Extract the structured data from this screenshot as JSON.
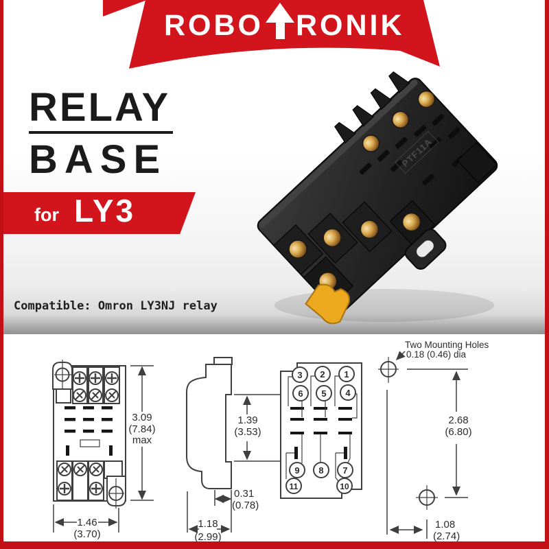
{
  "brand": {
    "logo_left": "ROBO",
    "logo_right": "RONIK",
    "logo_arrow_icon": "up-arrow"
  },
  "colors": {
    "brand_red": "#d2151c",
    "frame_red": "#c31017",
    "title_dark": "#1b1b1b"
  },
  "hero": {
    "title_line1": "RELAY",
    "title_line2": "BASE",
    "badge_prefix": "for",
    "badge_model": "LY3",
    "compatibility_note": "Compatible: Omron LY3NJ relay",
    "product_molded_label": "PTF11A"
  },
  "diagrams": {
    "front_view": {
      "height_in": "3.09",
      "height_cm": "(7.84)",
      "height_qualifier": "max",
      "width_in": "1.46",
      "width_cm": "(3.70)"
    },
    "side_view": {
      "body_height_in": "1.39",
      "body_height_cm": "(3.53)",
      "rail_depth_in": "0.31",
      "rail_depth_cm": "(0.78)",
      "depth_in": "1.18",
      "depth_cm": "(2.99)"
    },
    "terminal_view": {
      "pins": [
        "3",
        "2",
        "1",
        "6",
        "5",
        "4",
        "9",
        "8",
        "7",
        "11",
        "10"
      ]
    },
    "mounting_view": {
      "note_line1": "Two Mounting Holes",
      "note_line2": "0.18 (0.46) dia",
      "hole_spacing_in": "2.68",
      "hole_spacing_cm": "(6.80)",
      "hole_offset_in": "1.08",
      "hole_offset_cm": "(2.74)"
    }
  }
}
